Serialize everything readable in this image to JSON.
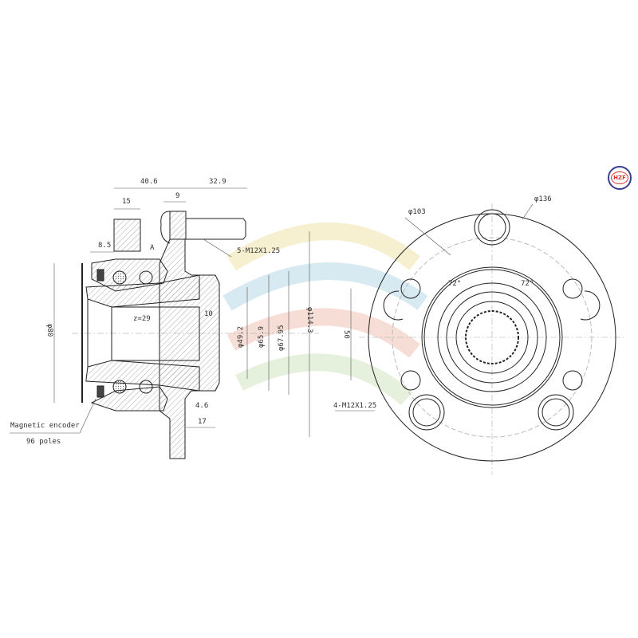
{
  "logo": {
    "text": "HZF"
  },
  "side_view": {
    "dimensions": {
      "d40_6": "40.6",
      "d32_9": "32.9",
      "d15": "15",
      "d9": "9",
      "d8_5": "8.5",
      "section_a": "A",
      "stud_thread": "5-M12X1.25",
      "spline_teeth": "z=29",
      "d10": "10",
      "phi80": "φ80",
      "phi49_2": "φ49.2",
      "phi65_9": "φ65.9",
      "phi67_95": "φ67.95",
      "phi114_3": "φ114.3",
      "d4_6": "4.6",
      "d17": "17"
    },
    "encoder_label": "Magnetic encoder",
    "encoder_poles": "96 poles"
  },
  "front_view": {
    "phi103": "φ103",
    "phi136": "φ136",
    "angle_left": "72°",
    "angle_right": "72°",
    "d50": "50",
    "hole_thread": "4-M12X1.25"
  }
}
